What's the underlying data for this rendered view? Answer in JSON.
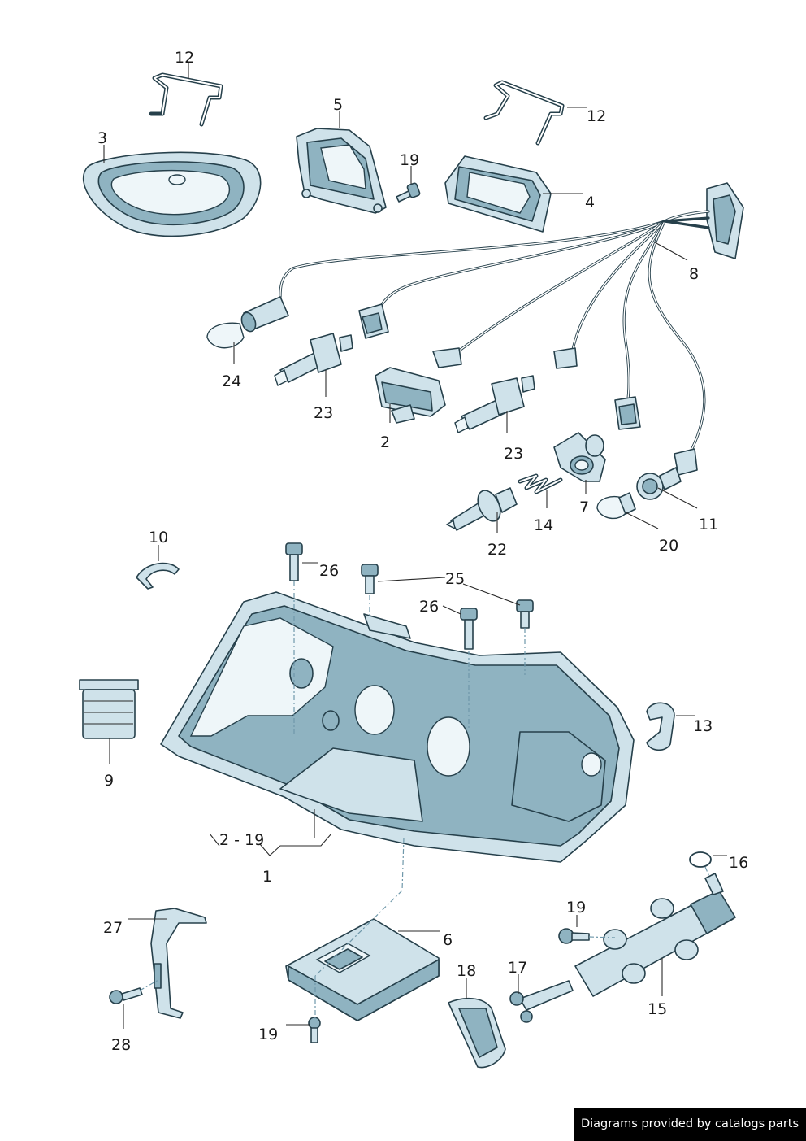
{
  "callouts": {
    "c1": "1",
    "c2": "2",
    "c3": "3",
    "c4": "4",
    "c5": "5",
    "c6": "6",
    "c7": "7",
    "c8": "8",
    "c9": "9",
    "c10": "10",
    "c11": "11",
    "c12a": "12",
    "c12b": "12",
    "c13": "13",
    "c14": "14",
    "c15": "15",
    "c16": "16",
    "c17": "17",
    "c18": "18",
    "c19a": "19",
    "c19b": "19",
    "c19c": "19",
    "c20": "20",
    "c22": "22",
    "c23a": "23",
    "c23b": "23",
    "c24": "24",
    "c25": "25",
    "c26a": "26",
    "c26b": "26",
    "c27": "27",
    "c28": "28",
    "c2_19": "2 - 19"
  },
  "footer": {
    "text": "Diagrams provided by catalogs parts"
  },
  "colors": {
    "part_fill": "#cfe2ea",
    "part_dark": "#8fb3c1",
    "outline": "#26404b",
    "footer_bg": "#000000"
  }
}
